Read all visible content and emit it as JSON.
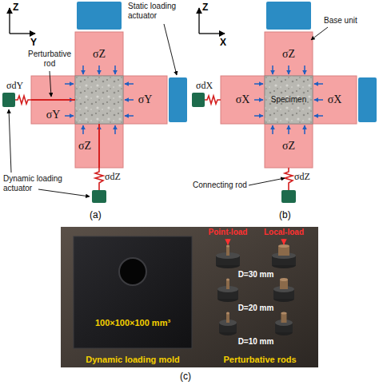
{
  "diagram": {
    "nodes": [
      {
        "text": [
          "σZ"
        ]
      },
      {
        "text": [
          "σY"
        ]
      },
      {
        "text": [
          "σY"
        ]
      },
      {
        "text": [
          "σZ"
        ]
      },
      {
        "text": [
          "σZ"
        ]
      },
      {
        "text": [
          "σX"
        ]
      },
      {
        "text": [
          "Specimen"
        ]
      },
      {
        "text": [
          "σX"
        ]
      },
      {
        "text": [
          "σZ"
        ]
      }
    ],
    "labels": [
      "Z",
      "Y",
      "Static loading actuator",
      "Perturbative rod",
      "Dynamic loading actuator",
      "σdY",
      "σdZ",
      "(a)",
      "Z",
      "X",
      "Base unit",
      "Connecting rod",
      "σdX",
      "σdZ",
      "(b)",
      "Point-load",
      "Local-load",
      "D=30 mm",
      "D=20 mm",
      "D=10 mm",
      "100×100×100 mm³",
      "Dynamic loading mold",
      "Perturbative rods",
      "(c)"
    ]
  }
}
